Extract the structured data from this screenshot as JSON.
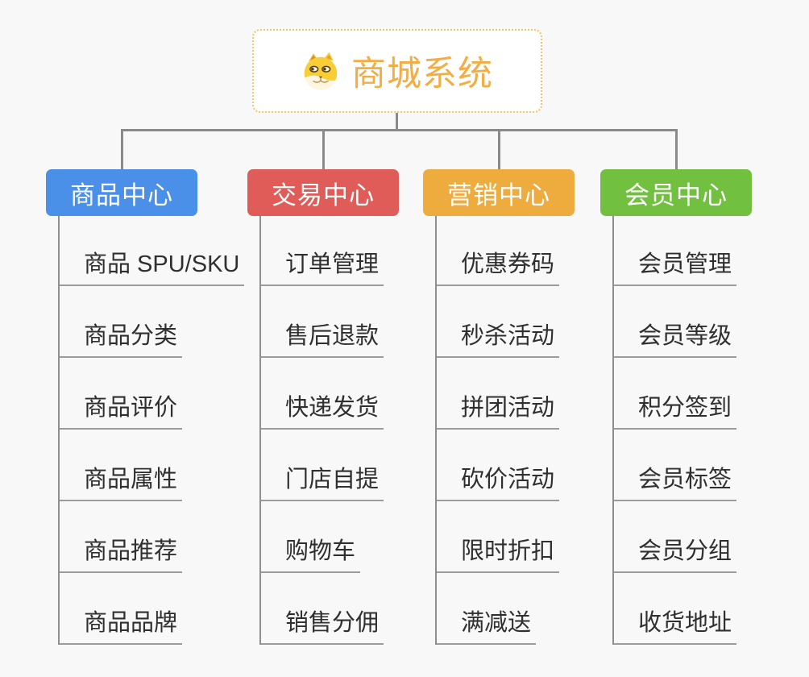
{
  "root": {
    "title": "商城系统",
    "icon": "doge-icon"
  },
  "branches": [
    {
      "label": "商品中心",
      "color": "#4a8fe8",
      "items": [
        "商品 SPU/SKU",
        "商品分类",
        "商品评价",
        "商品属性",
        "商品推荐",
        "商品品牌"
      ]
    },
    {
      "label": "交易中心",
      "color": "#e05c58",
      "items": [
        "订单管理",
        "售后退款",
        "快递发货",
        "门店自提",
        "购物车",
        "销售分佣"
      ]
    },
    {
      "label": "营销中心",
      "color": "#eeab3e",
      "items": [
        "优惠券码",
        "秒杀活动",
        "拼团活动",
        "砍价活动",
        "限时折扣",
        "满减送"
      ]
    },
    {
      "label": "会员中心",
      "color": "#72c040",
      "items": [
        "会员管理",
        "会员等级",
        "积分签到",
        "会员标签",
        "会员分组",
        "收货地址"
      ]
    }
  ],
  "colors": {
    "background": "#f8f8f8",
    "connector": "#8a8a8a",
    "underline": "#9b9b9b",
    "root_border": "#f2c36b",
    "root_text": "#f2ae44",
    "item_text": "#2f2f2f"
  }
}
